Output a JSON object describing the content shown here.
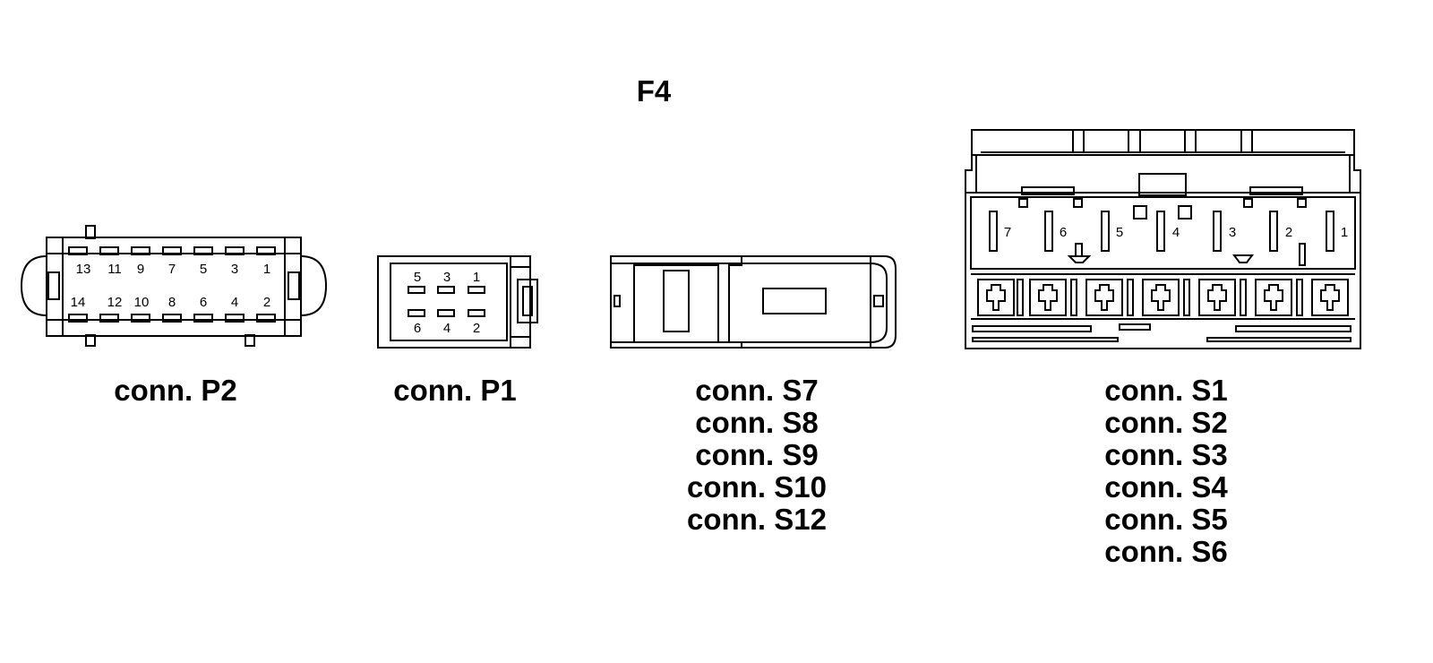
{
  "title": "F4",
  "connectors": [
    {
      "id": "P2",
      "labels": [
        "conn. P2"
      ],
      "pins_top": [
        "13",
        "11",
        "9",
        "7",
        "5",
        "3",
        "1"
      ],
      "pins_bottom": [
        "14",
        "12",
        "10",
        "8",
        "6",
        "4",
        "2"
      ]
    },
    {
      "id": "P1",
      "labels": [
        "conn. P1"
      ],
      "pins_top": [
        "5",
        "3",
        "1"
      ],
      "pins_bottom": [
        "6",
        "4",
        "2"
      ]
    },
    {
      "id": "S7-S12",
      "labels": [
        "conn. S7",
        "conn. S8",
        "conn. S9",
        "conn. S10",
        "conn. S12"
      ],
      "pins_top": [],
      "pins_bottom": []
    },
    {
      "id": "S1-S6",
      "labels": [
        "conn. S1",
        "conn. S2",
        "conn. S3",
        "conn. S4",
        "conn. S5",
        "conn. S6"
      ],
      "pins_top": [
        "7",
        "6",
        "5",
        "4",
        "3",
        "2",
        "1"
      ],
      "pins_bottom": []
    }
  ]
}
